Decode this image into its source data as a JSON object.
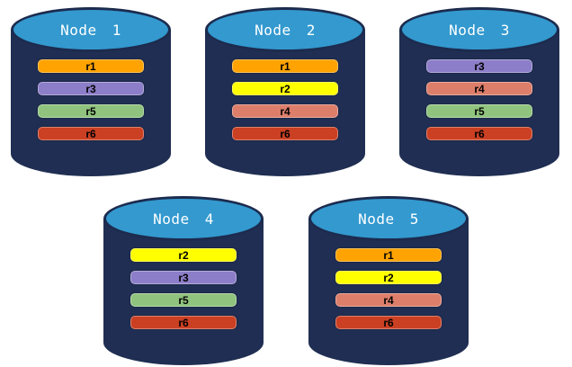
{
  "diagram": {
    "description": "Five database nodes with replica placement",
    "colors": {
      "cylinder_body": "#1F2E52",
      "cylinder_top_fill": "#3399CF",
      "cylinder_outline": "#1C2B4E",
      "node_title_color": "#FFFFFF",
      "bar_text_color": "#000000",
      "background": "#FFFFFF",
      "replica_colors": {
        "r1": "#FFA303",
        "r2": "#FFFF00",
        "r3": "#8C7EC8",
        "r4": "#DD7E6B",
        "r5": "#90C47E",
        "r6": "#CB4023"
      }
    },
    "nodes": [
      {
        "title": "Node 1",
        "replicas": [
          "r1",
          "r3",
          "r5",
          "r6"
        ]
      },
      {
        "title": "Node 2",
        "replicas": [
          "r1",
          "r2",
          "r4",
          "r6"
        ]
      },
      {
        "title": "Node 3",
        "replicas": [
          "r3",
          "r4",
          "r5",
          "r6"
        ]
      },
      {
        "title": "Node 4",
        "replicas": [
          "r2",
          "r3",
          "r5",
          "r6"
        ]
      },
      {
        "title": "Node 5",
        "replicas": [
          "r1",
          "r2",
          "r4",
          "r6"
        ]
      }
    ]
  }
}
